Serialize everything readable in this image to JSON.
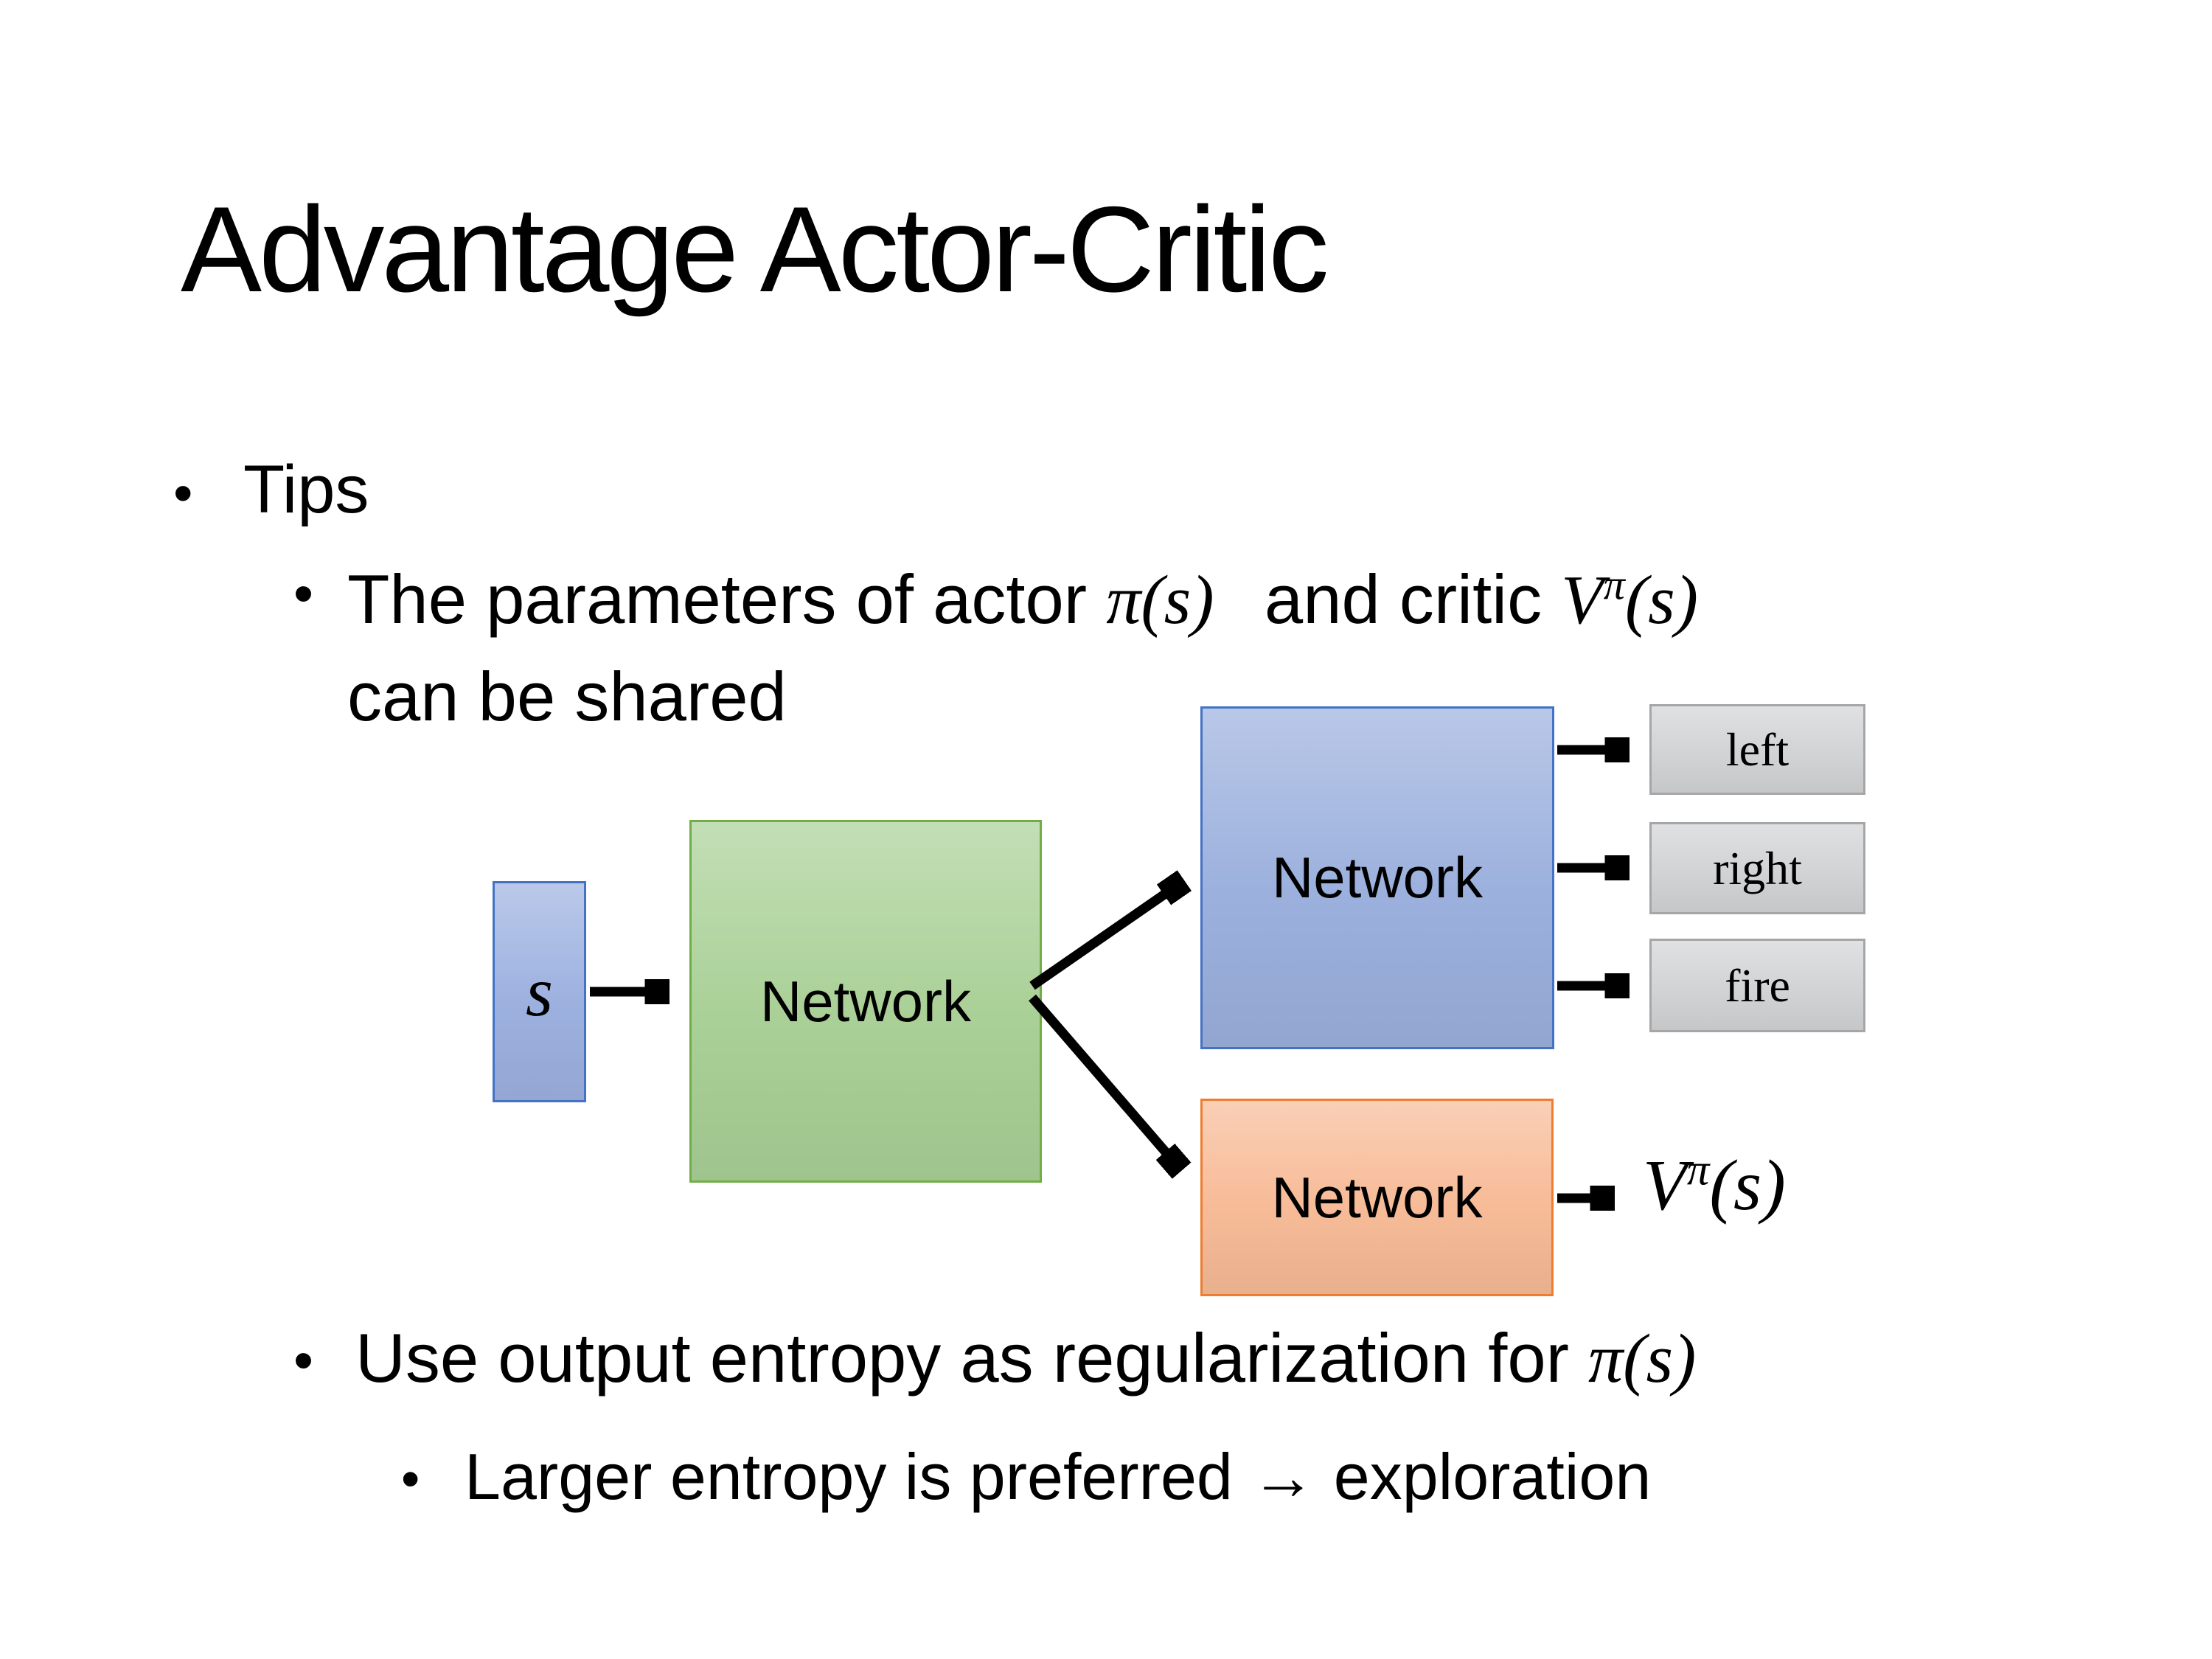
{
  "slide": {
    "title": "Advantage Actor-Critic"
  },
  "bullets": {
    "marker": "•",
    "tips": {
      "label": "Tips"
    },
    "parameters": {
      "before": "The parameters of actor ",
      "actor_math": "π(s)",
      "between": " and critic ",
      "critic_math_base": "V",
      "critic_math_sup": "π",
      "critic_math_args": "(s)",
      "line2": "can be shared"
    },
    "entropy": {
      "before": "Use output entropy as regularization for ",
      "math": "π(s)"
    },
    "exploration": {
      "label": "Larger entropy is preferred → exploration"
    }
  },
  "diagram": {
    "state_box": {
      "label": "s"
    },
    "shared_network": {
      "label": "Network"
    },
    "actor_network": {
      "label": "Network"
    },
    "critic_network": {
      "label": "Network"
    },
    "actions": [
      {
        "label": "left"
      },
      {
        "label": "right"
      },
      {
        "label": "fire"
      }
    ],
    "value_output": {
      "base": "V",
      "sup": "π",
      "args": "(s)"
    },
    "colors": {
      "state_fill": "#9db1e0",
      "state_border": "#4472c4",
      "shared_fill": "#a9d096",
      "shared_border": "#70ad47",
      "actor_fill": "#9bb0dd",
      "actor_border": "#4472c4",
      "critic_fill": "#f7bb97",
      "critic_border": "#ed7d31",
      "action_fill": "#d2d3d5",
      "action_border": "#a6a6a6",
      "arrow": "#000000"
    }
  }
}
